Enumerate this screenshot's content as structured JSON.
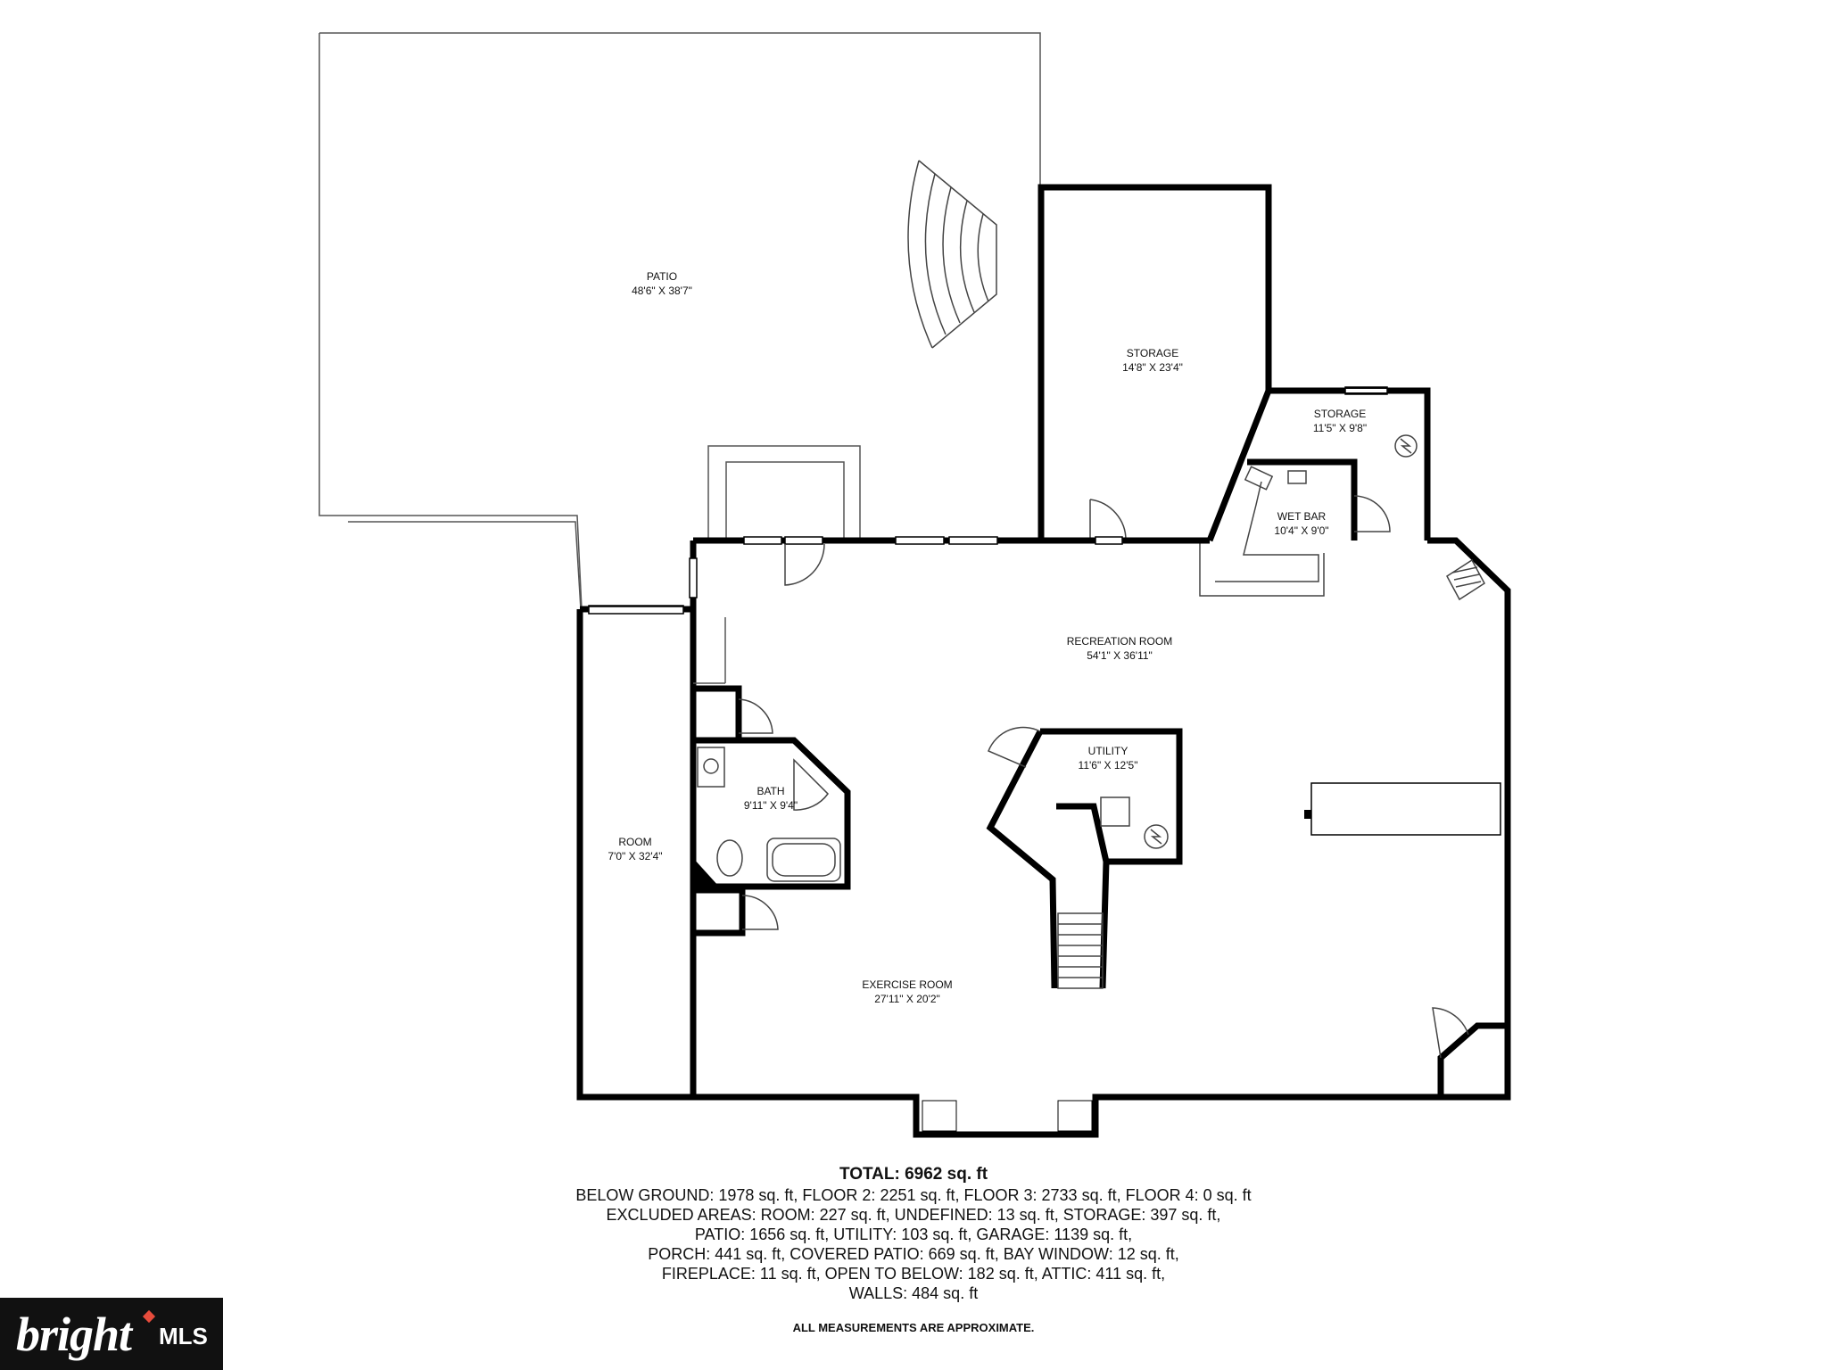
{
  "rooms": {
    "patio": {
      "name": "PATIO",
      "dims": "48'6\" X 38'7\""
    },
    "storage_large": {
      "name": "STORAGE",
      "dims": "14'8\" X 23'4\""
    },
    "storage_small": {
      "name": "STORAGE",
      "dims": "11'5\" X 9'8\""
    },
    "wet_bar": {
      "name": "WET BAR",
      "dims": "10'4\" X 9'0\""
    },
    "recreation": {
      "name": "RECREATION ROOM",
      "dims": "54'1\" X 36'11\""
    },
    "utility": {
      "name": "UTILITY",
      "dims": "11'6\" X 12'5\""
    },
    "bath": {
      "name": "BATH",
      "dims": "9'11\" X 9'4\""
    },
    "room": {
      "name": "ROOM",
      "dims": "7'0\" X 32'4\""
    },
    "exercise": {
      "name": "EXERCISE ROOM",
      "dims": "27'11\" X 20'2\""
    }
  },
  "summary": {
    "total": "TOTAL: 6962 sq. ft",
    "lines": [
      "BELOW GROUND: 1978 sq. ft, FLOOR 2: 2251 sq. ft, FLOOR 3: 2733 sq. ft, FLOOR 4: 0 sq. ft",
      "EXCLUDED AREAS: ROOM: 227 sq. ft, UNDEFINED: 13 sq. ft, STORAGE: 397 sq. ft,",
      "PATIO: 1656 sq. ft, UTILITY: 103 sq. ft, GARAGE: 1139 sq. ft,",
      "PORCH: 441 sq. ft, COVERED PATIO: 669 sq. ft, BAY WINDOW: 12 sq. ft,",
      "FIREPLACE: 11 sq. ft, OPEN TO BELOW: 182 sq. ft, ATTIC: 411 sq. ft,",
      "WALLS: 484 sq. ft"
    ],
    "note": "ALL MEASUREMENTS ARE APPROXIMATE."
  },
  "logo": {
    "brand": "bright",
    "suffix": "MLS",
    "accent_color": "#e74c3c"
  },
  "colors": {
    "wall": "#000000",
    "background": "#ffffff"
  }
}
